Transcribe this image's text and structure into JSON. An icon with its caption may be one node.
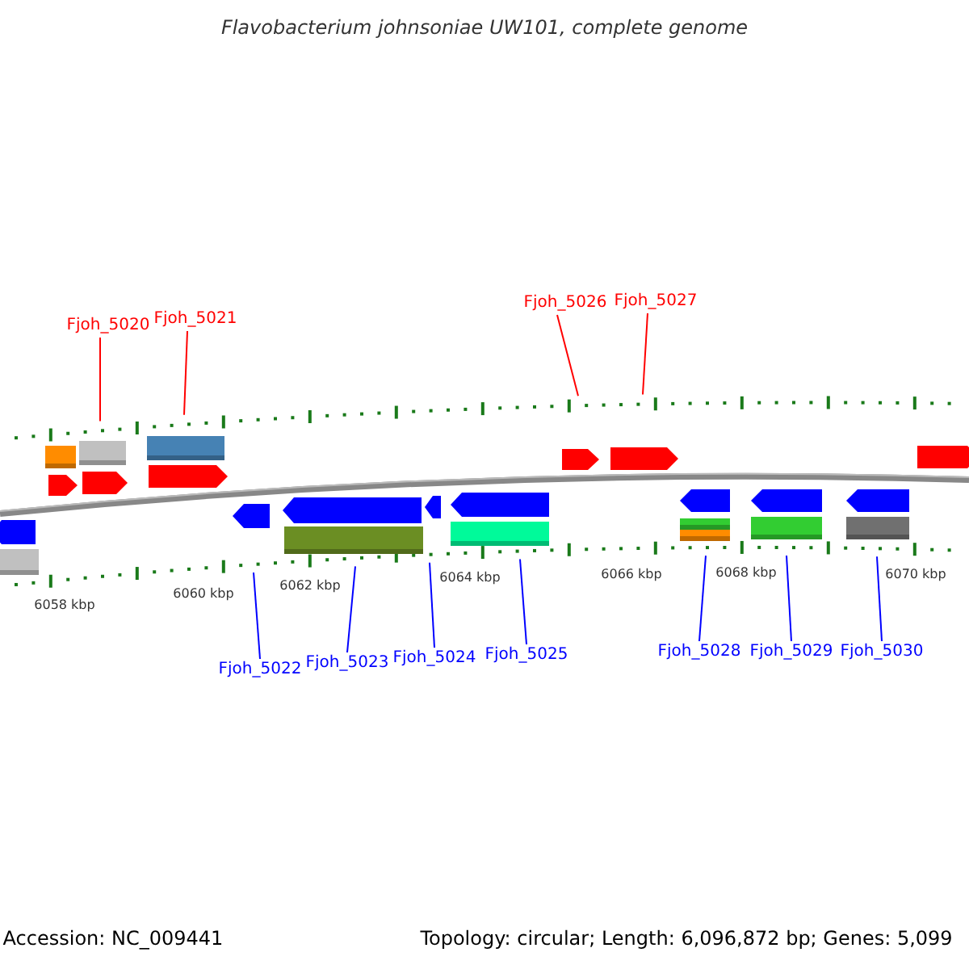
{
  "diagram": {
    "title": "Flavobacterium johnsoniae UW101, complete genome",
    "nodes": [
      {
        "text": [
          "Fjoh_5020"
        ]
      },
      {
        "text": [
          "Fjoh_5021"
        ]
      },
      {
        "text": [
          "Fjoh_5026"
        ]
      },
      {
        "text": [
          "Fjoh_5027"
        ]
      },
      {
        "text": [
          "Fjoh_5022"
        ]
      },
      {
        "text": [
          "Fjoh_5023"
        ]
      },
      {
        "text": [
          "Fjoh_5024"
        ]
      },
      {
        "text": [
          "Fjoh_5025"
        ]
      },
      {
        "text": [
          "Fjoh_5028"
        ]
      },
      {
        "text": [
          "Fjoh_5029"
        ]
      },
      {
        "text": [
          "Fjoh_5030"
        ]
      }
    ],
    "edges": [
      {
        "from": 0,
        "to": null,
        "arrow": "none",
        "color": "#ff0000"
      },
      {
        "from": 1,
        "to": null,
        "arrow": "none",
        "color": "#ff0000"
      },
      {
        "from": 2,
        "to": null,
        "arrow": "none",
        "color": "#ff0000"
      },
      {
        "from": 3,
        "to": null,
        "arrow": "none",
        "color": "#ff0000"
      },
      {
        "from": 4,
        "to": null,
        "arrow": "none"
      },
      {
        "from": 5,
        "to": null,
        "arrow": "none"
      },
      {
        "from": 6,
        "to": null,
        "arrow": "none"
      },
      {
        "from": 7,
        "to": null,
        "arrow": "none"
      },
      {
        "from": 8,
        "to": null,
        "arrow": "none"
      },
      {
        "from": 9,
        "to": null,
        "arrow": "none"
      },
      {
        "from": 10,
        "to": null,
        "arrow": "none"
      }
    ],
    "labels": [
      "6058 kbp",
      "6060 kbp",
      "6062 kbp",
      "6064 kbp",
      "6066 kbp",
      "6068 kbp",
      "6070 kbp",
      "Accession: NC_009441",
      "Topology: circular; Length: 6,096,872 bp; Genes: 5,099"
    ]
  }
}
